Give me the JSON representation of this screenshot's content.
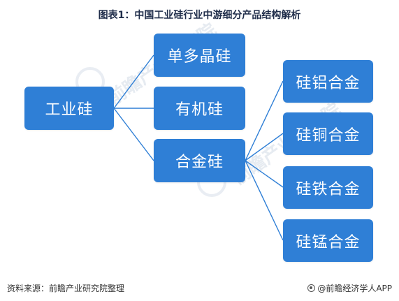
{
  "title": "图表1：中国工业硅行业中游细分产品结构解析",
  "root": {
    "label": "工业硅"
  },
  "level1": [
    {
      "label": "单多晶硅"
    },
    {
      "label": "有机硅"
    },
    {
      "label": "合金硅"
    }
  ],
  "level2": [
    {
      "label": "硅铝合金"
    },
    {
      "label": "硅铜合金"
    },
    {
      "label": "硅铁合金"
    },
    {
      "label": "硅锰合金"
    }
  ],
  "footer": {
    "source": "资料来源：前瞻产业研究院整理",
    "brand": "@前瞻经济学人APP"
  },
  "colors": {
    "box": "#2f7fd6",
    "title": "#1f2d4a"
  },
  "watermark": {
    "text": "前瞻产业研究院"
  }
}
